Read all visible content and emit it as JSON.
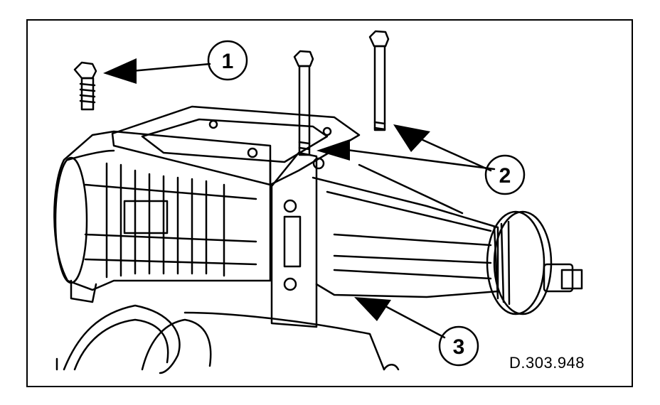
{
  "figure": {
    "reference_code": "D.303.948",
    "callouts": [
      {
        "number": "1"
      },
      {
        "number": "2"
      },
      {
        "number": "3"
      }
    ],
    "ink_color": "#000000",
    "paper_color": "#ffffff"
  }
}
